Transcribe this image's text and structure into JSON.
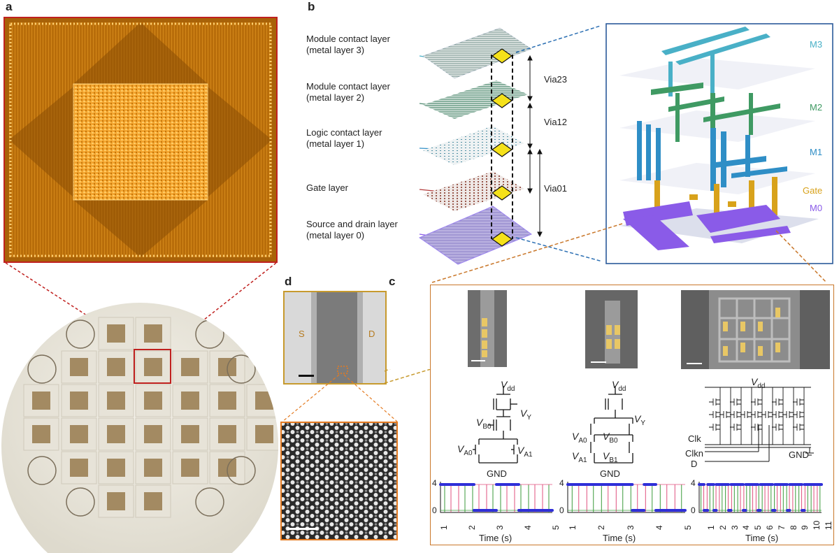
{
  "panels": {
    "a": "a",
    "b": "b",
    "c": "c",
    "d": "d"
  },
  "layers": [
    {
      "line1": "Module contact layer",
      "line2": "(metal layer 3)"
    },
    {
      "line1": "Module contact layer",
      "line2": "(metal layer 2)"
    },
    {
      "line1": "Logic contact layer",
      "line2": "(metal layer 1)"
    },
    {
      "line1": "Gate layer",
      "line2": ""
    },
    {
      "line1": "Source and drain layer",
      "line2": "(metal layer 0)"
    }
  ],
  "vias": {
    "via23": "Via23",
    "via12": "Via12",
    "via01": "Via01"
  },
  "metal_labels": {
    "m3": "M3",
    "m2": "M2",
    "m1": "M1",
    "gate": "Gate",
    "m0": "M0"
  },
  "sem_d": {
    "source": "S",
    "drain": "D"
  },
  "circuits": {
    "vdd": "V",
    "vdd_sub": "dd",
    "gnd": "GND",
    "vy": "V",
    "vy_sub": "Y",
    "vb0": "V",
    "vb0_sub": "B0",
    "va0": "V",
    "va0_sub": "A0",
    "va1": "V",
    "va1_sub": "A1",
    "vb1": "V",
    "vb1_sub": "B1",
    "clk": "Clk",
    "clkn": "Clkn",
    "d": "D"
  },
  "plots": {
    "xlabel": "Time (s)",
    "ytick_high": "4",
    "ytick_low": "0",
    "ticks_a": [
      "1",
      "2",
      "3",
      "4",
      "5"
    ],
    "ticks_b": [
      "1",
      "2",
      "3",
      "4",
      "5"
    ],
    "ticks_c": [
      "1",
      "2",
      "3",
      "4",
      "5",
      "6",
      "7",
      "8",
      "9",
      "10",
      "11"
    ]
  },
  "colors": {
    "chip": "#d88a15",
    "frame_red": "#c0211f",
    "frame_orange": "#c9772a",
    "frame_gold": "#c79a2e",
    "frame_blue": "#2b5a9a",
    "m3": "#49b0c7",
    "m2": "#3f9a63",
    "m1": "#2f8ec6",
    "gate": "#d8a21b",
    "m0": "#8a5be8",
    "trace_blue": "#2f2fd8",
    "trace_green": "#3a9a3a",
    "trace_pink": "#e0507f"
  }
}
